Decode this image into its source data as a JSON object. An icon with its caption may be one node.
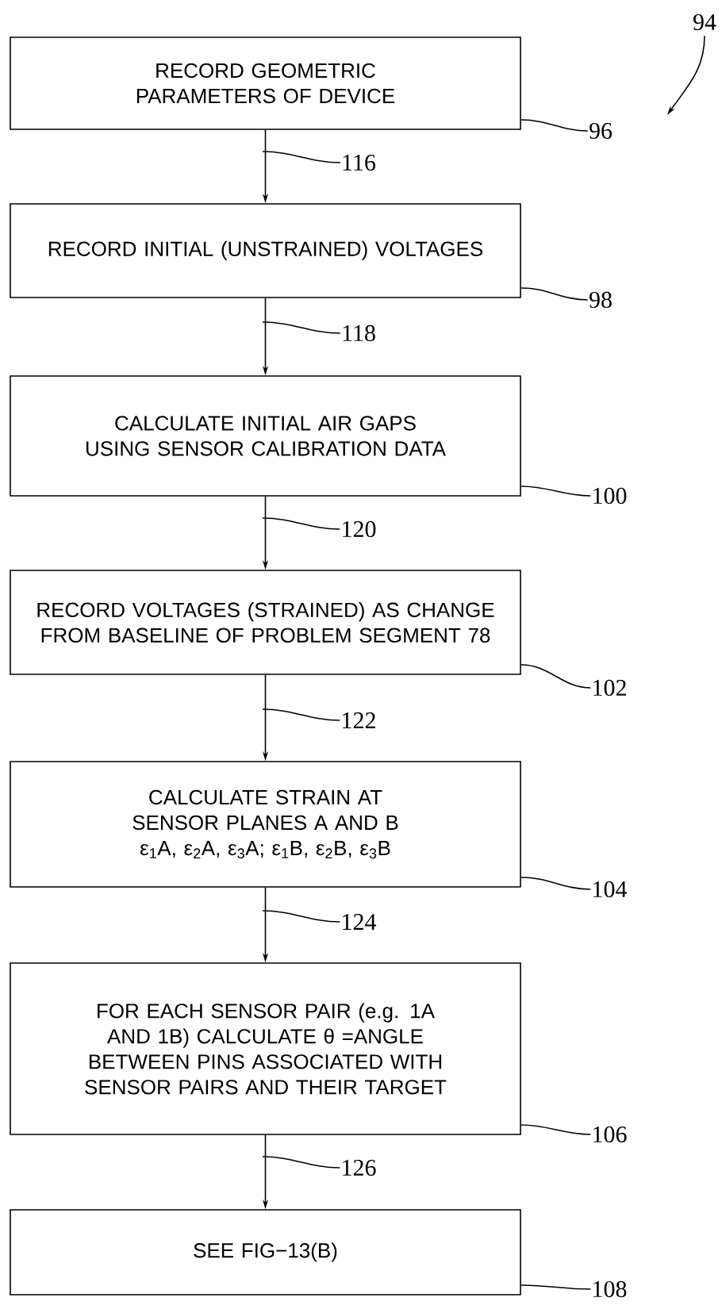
{
  "diagram": {
    "nodes": [
      {
        "text": [
          "RECORD GEOMETRIC PARAMETERS OF DEVICE"
        ]
      },
      {
        "text": [
          "RECORD INITIAL (UNSTRAINED) VOLTAGES"
        ]
      },
      {
        "text": [
          "CALCULATE INITIAL AIR GAPS USING SENSOR CALIBRATION DATA"
        ]
      },
      {
        "text": [
          "RECORD VOLTAGES (STRAINED) AS CHANGE FROM BASELINE OF PROBLEM SEGMENT 78"
        ]
      },
      {
        "text": [
          "CALCULATE STRAIN AT SENSOR PLANES A AND B",
          "ε$_{1}$A, ε$_{2}$A, ε$_{3}$A; ε$_{1}$B, ε$_{2}$B, ε$_{3}$B"
        ]
      },
      {
        "text": [
          "FOR EACH SENSOR PAIR (e.g. 1A AND 1B) CALCULATE θ =ANGLE BETWEEN PINS ASSOCIATED WITH SENSOR PAIRS AND THEIR TARGET"
        ]
      },
      {
        "text": [
          "SEE FIG−13(B)"
        ]
      },
      {
        "text": [
          "94"
        ]
      },
      {
        "text": [
          "96"
        ]
      },
      {
        "text": [
          "98"
        ]
      },
      {
        "text": [
          "100"
        ]
      },
      {
        "text": [
          "102"
        ]
      },
      {
        "text": [
          "104"
        ]
      },
      {
        "text": [
          "106"
        ]
      },
      {
        "text": [
          "108"
        ]
      },
      {
        "text": [
          "116"
        ]
      },
      {
        "text": [
          "118"
        ]
      },
      {
        "text": [
          "120"
        ]
      },
      {
        "text": [
          "122"
        ]
      },
      {
        "text": [
          "124"
        ]
      },
      {
        "text": [
          "126"
        ]
      }
    ],
    "edges": [
      {
        "from": 0,
        "to": 1,
        "arrow": "to"
      },
      {
        "from": 1,
        "to": 2,
        "arrow": "to"
      },
      {
        "from": 2,
        "to": 3,
        "arrow": "to"
      },
      {
        "from": 3,
        "to": 4,
        "arrow": "to"
      },
      {
        "from": 4,
        "to": 5,
        "arrow": "to"
      },
      {
        "from": 5,
        "to": 6,
        "arrow": "to"
      },
      {
        "from": 7,
        "to": null,
        "arrow": "to"
      },
      {
        "from": 8,
        "to": 0,
        "arrow": "none"
      },
      {
        "from": 9,
        "to": 1,
        "arrow": "none"
      },
      {
        "from": 10,
        "to": 2,
        "arrow": "none"
      },
      {
        "from": 11,
        "to": 3,
        "arrow": "none"
      },
      {
        "from": 12,
        "to": 4,
        "arrow": "none"
      },
      {
        "from": 13,
        "to": 5,
        "arrow": "none"
      },
      {
        "from": 14,
        "to": 6,
        "arrow": "none"
      },
      {
        "from": 15,
        "to": null,
        "arrow": "none"
      },
      {
        "from": 16,
        "to": null,
        "arrow": "none"
      },
      {
        "from": 17,
        "to": null,
        "arrow": "none"
      },
      {
        "from": 18,
        "to": null,
        "arrow": "none"
      },
      {
        "from": 19,
        "to": null,
        "arrow": "none"
      },
      {
        "from": 20,
        "to": null,
        "arrow": "none"
      }
    ]
  }
}
